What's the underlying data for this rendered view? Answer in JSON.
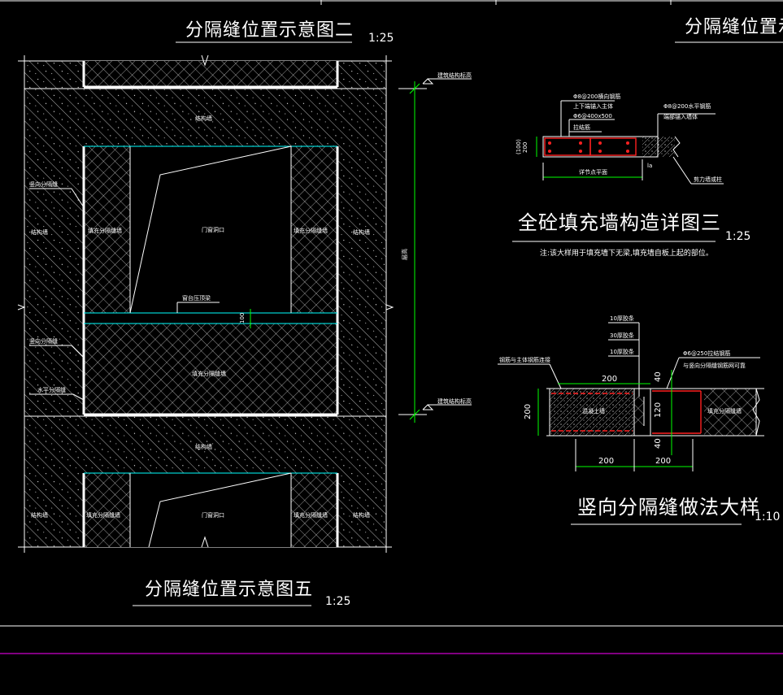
{
  "drawing": {
    "titles": {
      "top_left": "分隔缝位置示意图二",
      "top_left_scale": "1:25",
      "top_right": "分隔缝位置示意",
      "middle_right": "全砼填充墙构造详图三",
      "middle_right_scale": "1:25",
      "middle_right_note": "注:该大样用于填充墙下无梁,填充墙自板上起的部位。",
      "bottom_right": "竖向分隔缝做法大样",
      "bottom_right_scale": "1:10",
      "bottom_left": "分隔缝位置示意图五",
      "bottom_left_scale": "1:25"
    },
    "elevation_labels": {
      "top_level": "建筑结构标高",
      "bottom_level": "建筑结构标高",
      "wall_top": "结构墙",
      "left_upper_wall": "结构墙",
      "right_upper_wall": "结构墙",
      "left_infill": "填充分隔缝墙",
      "right_infill": "填充分隔缝墙",
      "door_opening_top": "门窗洞口",
      "door_opening_bottom": "门窗洞口",
      "vertical_joint_1": "竖向分隔缝",
      "vertical_joint_2": "竖向分隔缝",
      "horizontal_joint": "水平分隔缝",
      "lintel": "窗台压顶梁",
      "infill_center": "填充分隔缝墙",
      "middle_wall": "结构墙",
      "bottom_left_wall": "结构墙",
      "bottom_right_wall": "结构墙",
      "bottom_left_infill": "填充分隔缝墙",
      "bottom_right_infill": "填充分隔缝墙",
      "dim_vertical": "层高",
      "dim_100": "100"
    },
    "detail3_labels": {
      "rebar_top_1": "Φ8@200横向钢筋",
      "rebar_top_2": "上下端锚入主体",
      "rebar_top_3": "Φ6@400x500",
      "rebar_top_4": "拉结筋",
      "rebar_right_1": "Φ8@200水平钢筋",
      "rebar_right_2": "端部锚入墙体",
      "dim_left": "200",
      "dim_left_2": "(100)",
      "dim_bottom": "详节点平面",
      "dim_la": "la",
      "right_label": "剪力墙或柱"
    },
    "detail_joint_labels": {
      "layer_1": "10厚胶条",
      "layer_2": "30厚胶条",
      "layer_3": "10厚胶条",
      "left_callout": "钢筋与主体钢筋连接",
      "right_callout_1": "Φ6@250拉结钢筋",
      "right_callout_2": "与竖向分隔缝钢筋网可靠",
      "left_body": "混凝土墙",
      "right_body": "填充分隔缝墙",
      "dim_top_200": "200",
      "dim_right_40a": "40",
      "dim_right_120": "120",
      "dim_right_40b": "40",
      "dim_left_200": "200",
      "dim_bottom_200a": "200",
      "dim_bottom_200b": "200"
    },
    "colors": {
      "background": "#000000",
      "line": "#ffffff",
      "accent_green": "#00ff00",
      "accent_cyan": "#00ffff",
      "rebar_red": "#ff2020",
      "bottom_line": "#ff00ff"
    }
  }
}
